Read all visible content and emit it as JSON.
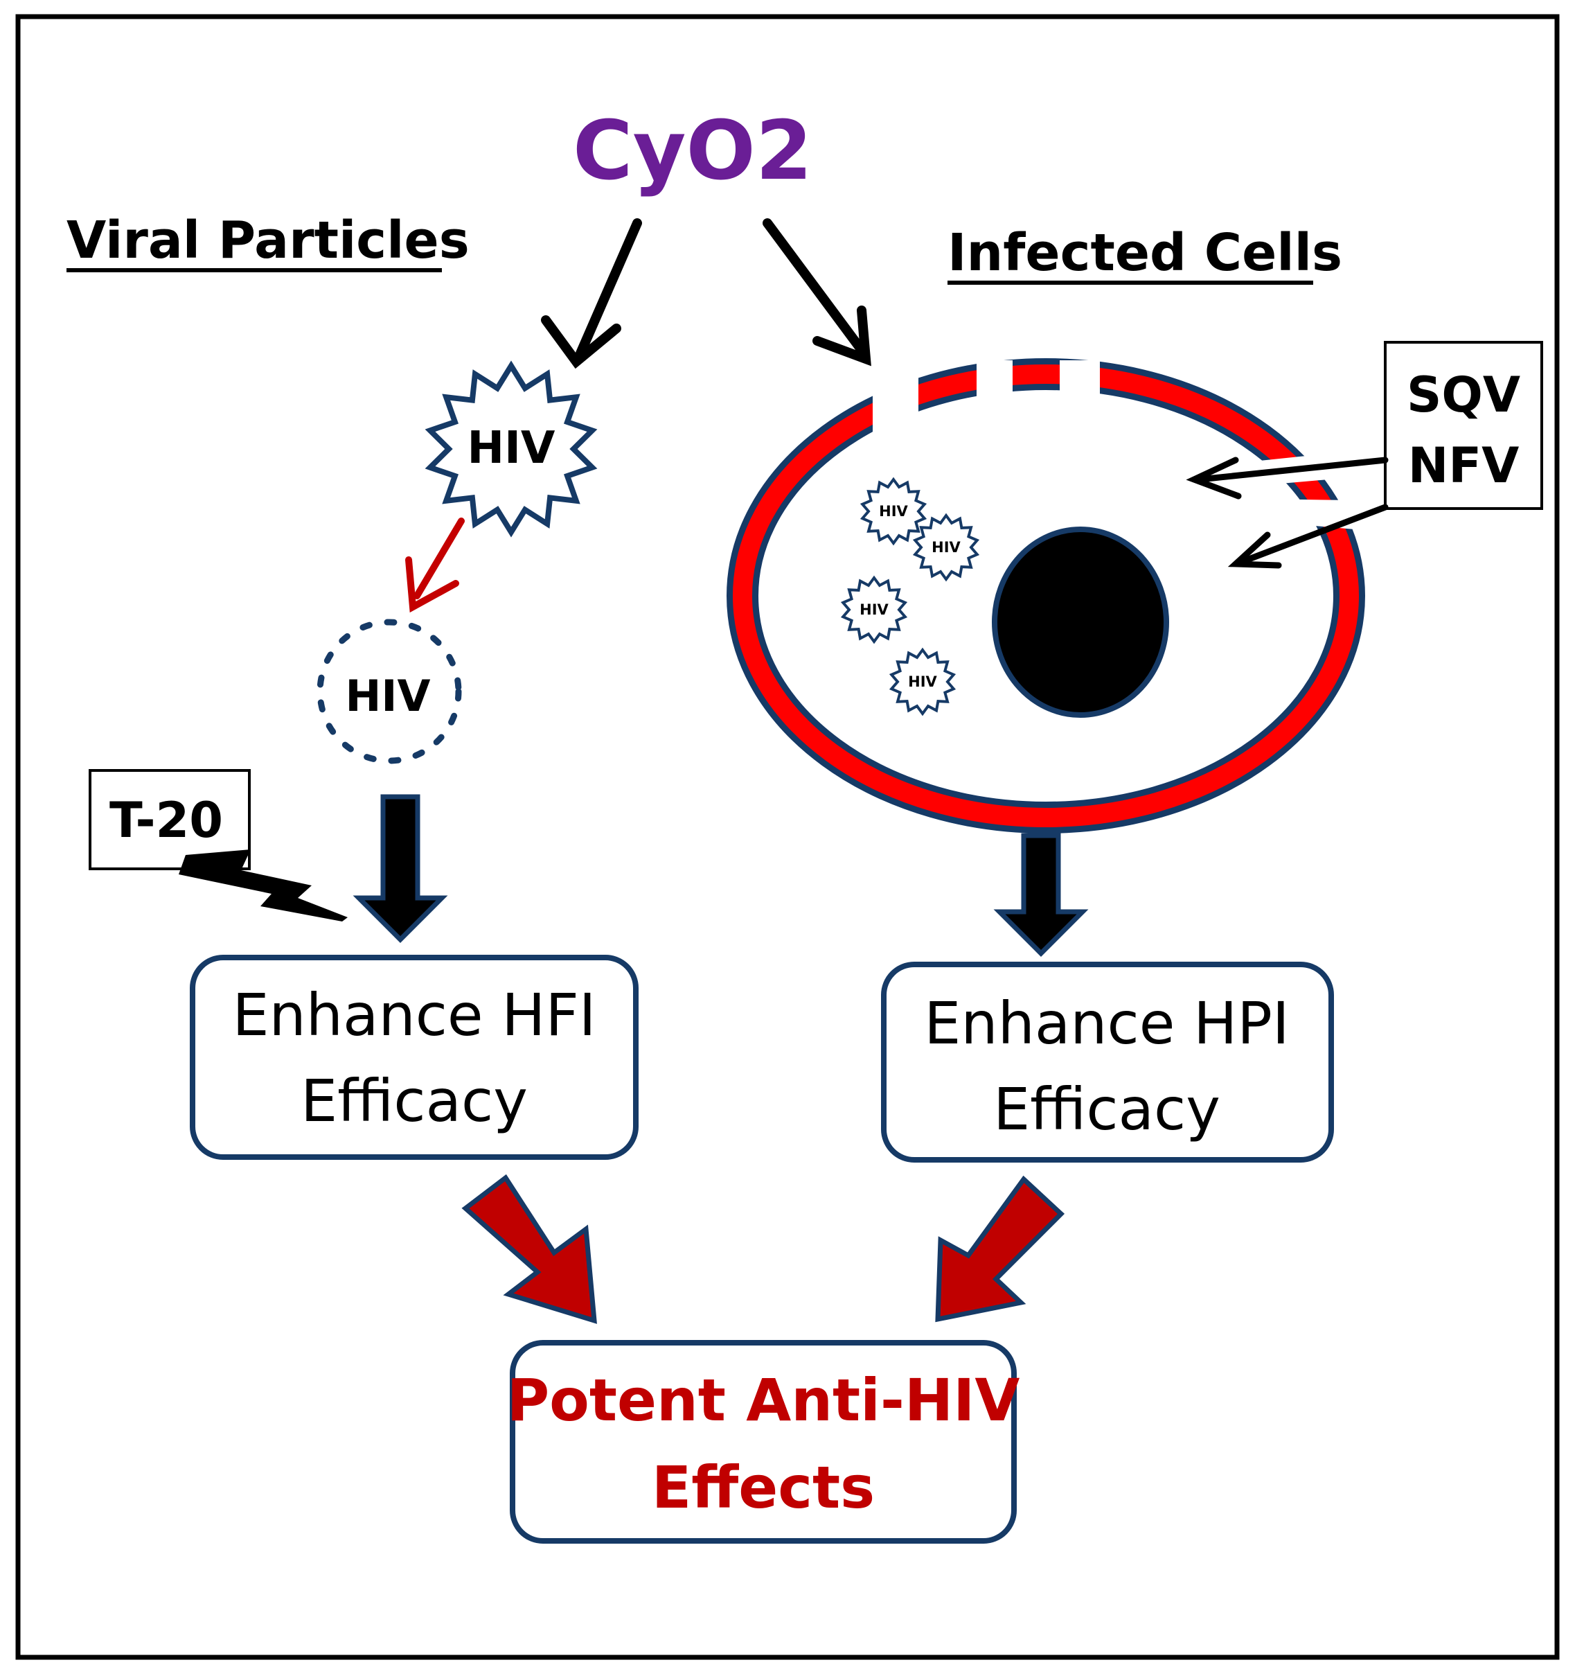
{
  "title": "CyO2",
  "left_heading": "Viral Particles",
  "right_heading": "Infected Cells",
  "hiv_label": "HIV",
  "t20_label": "T-20",
  "right_drugs": [
    "SQV",
    "NFV"
  ],
  "hfi_box": [
    "Enhance HFI",
    "Efficacy"
  ],
  "hpi_box": [
    "Enhance HPI",
    "Efficacy"
  ],
  "result_box": [
    "Potent Anti-HIV",
    "Effects"
  ],
  "colors": {
    "title": "#6a1e96",
    "navy": "#163a66",
    "cell_red": "#ff0000",
    "arrow_red": "#c40000",
    "result_text": "#c00000",
    "black": "#000000"
  }
}
